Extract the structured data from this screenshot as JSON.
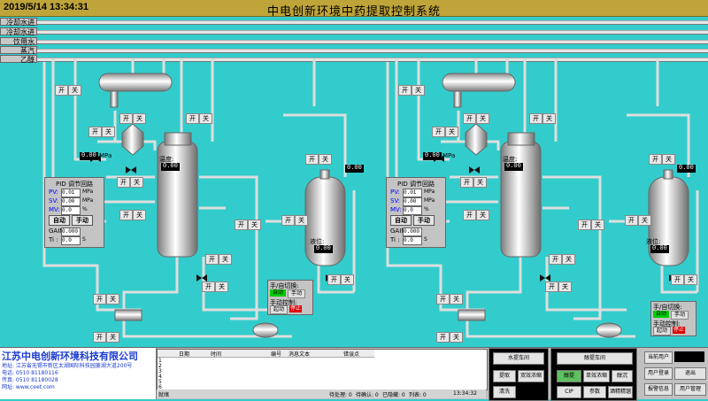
{
  "header": {
    "datetime": "2019/5/14 13:34:31",
    "title": "中电创新环境中药提取控制系统"
  },
  "pipes": [
    "冷却水进",
    "冷却水进",
    "饮用水",
    "蒸汽",
    "乙醇"
  ],
  "units": {
    "left": {
      "temp_label": "温度:",
      "temp_value": "0.00",
      "level_label": "液位:",
      "level_value": "0.00",
      "pressure_value": "0.00",
      "pressure_unit": "MPa"
    },
    "right": {
      "temp_label": "温度:",
      "temp_value": "0.00",
      "level_label": "液位:",
      "level_value": "0.00",
      "pressure_value": "0.00",
      "pressure_unit": "MPa"
    }
  },
  "onoff": {
    "on": "开",
    "off": "关"
  },
  "pid": {
    "title": "PID 调节回路",
    "pv_label": "PV:",
    "pv_value": "0.01",
    "pv_unit": "MPa",
    "sv_label": "SV:",
    "sv_value": "0.00",
    "sv_unit": "MPa",
    "mv_label": "MV:",
    "mv_value": "0.0",
    "mv_unit": "%",
    "auto": "自动",
    "manual": "手动",
    "gain_label": "GAIN",
    "gain_value": "0.000",
    "ti_label": "Ti :",
    "ti_value": "0.0",
    "ti_unit": "S"
  },
  "mode": {
    "title": "手/自切换:",
    "auto": "自动",
    "manual": "手动",
    "control": "手动控制:",
    "start": "起动",
    "stop": "停止"
  },
  "company": {
    "name": "江苏中电创新环境科技有限公司",
    "address": "地址: 江苏省无锡市新区太湖国际科技园菱湖大道200号",
    "phone": "电话: 0510 81180116",
    "fax": "传真: 0510 81180028",
    "web": "网址: www.ceet.com"
  },
  "log": {
    "cols": [
      "日期",
      "时间",
      "编号",
      "消息文本",
      "错误点"
    ],
    "rows": [
      "1",
      "2",
      "3",
      "4",
      "5",
      "6"
    ],
    "footer": "就绪"
  },
  "status": {
    "pending": "待处理: 0",
    "awaiting": "待确认: 0",
    "acknowledged": "已隐藏: 0",
    "list": "列表: 0",
    "time": "13:34:32"
  },
  "controls": {
    "extraction": "水提车间",
    "steam": "提取",
    "double_effect": "双效浓缩",
    "wash": "清洗",
    "alcohol": "醇提车间",
    "alc_extract": "醇提",
    "single_effect": "单效浓缩",
    "recover": "醇沉",
    "cip": "CIP",
    "reports": "参数",
    "alcohol_settle": "酒精精馏",
    "user_current": "当前用户",
    "login": "用户登录",
    "logout": "退出",
    "user_mgmt": "用户管理",
    "alarm": "报警信息"
  }
}
